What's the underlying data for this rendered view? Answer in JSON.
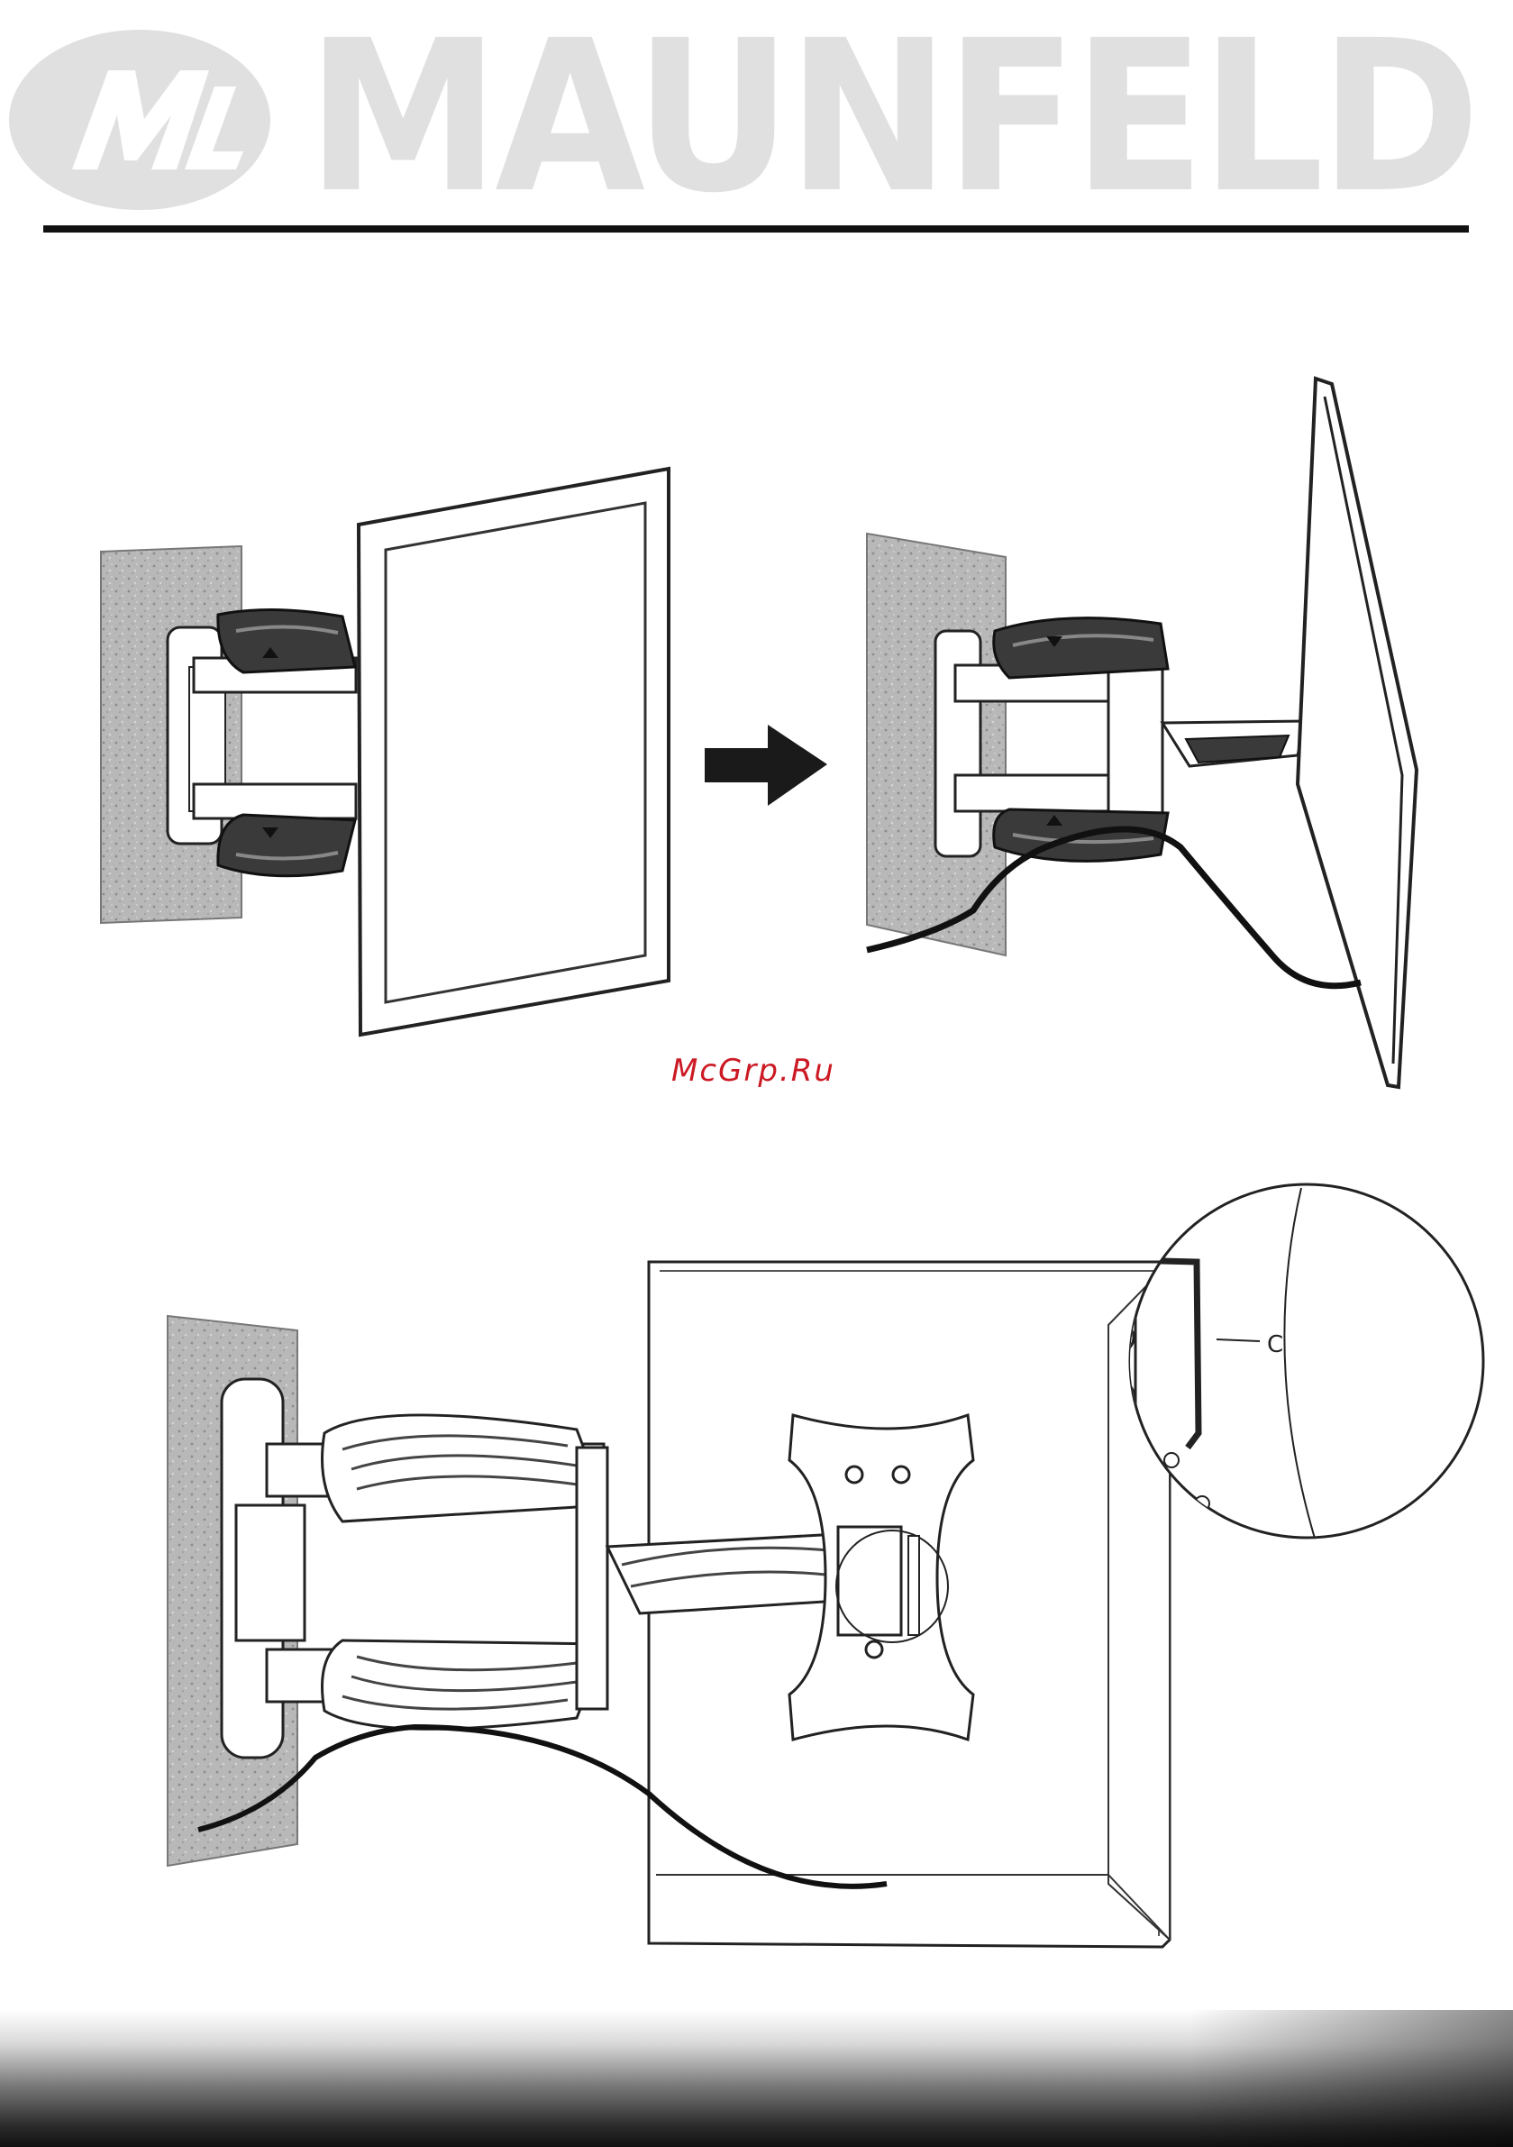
{
  "header": {
    "brand": "MAUNFELD",
    "logo_monogram": "M",
    "colors": {
      "logo_grey": "#e0e0e0",
      "rule": "#111111"
    }
  },
  "figures": [
    {
      "id": "figure-1",
      "content": "wall-mount-arm-extension-step"
    },
    {
      "id": "figure-2",
      "content": "wall-mount-tilt-adjust-detail"
    }
  ],
  "callouts": {
    "c": "C"
  },
  "watermark": {
    "text": "McGrp.Ru",
    "color": "#cc1a24"
  },
  "icons": [
    "arrow-right-icon",
    "hex-key-icon"
  ]
}
